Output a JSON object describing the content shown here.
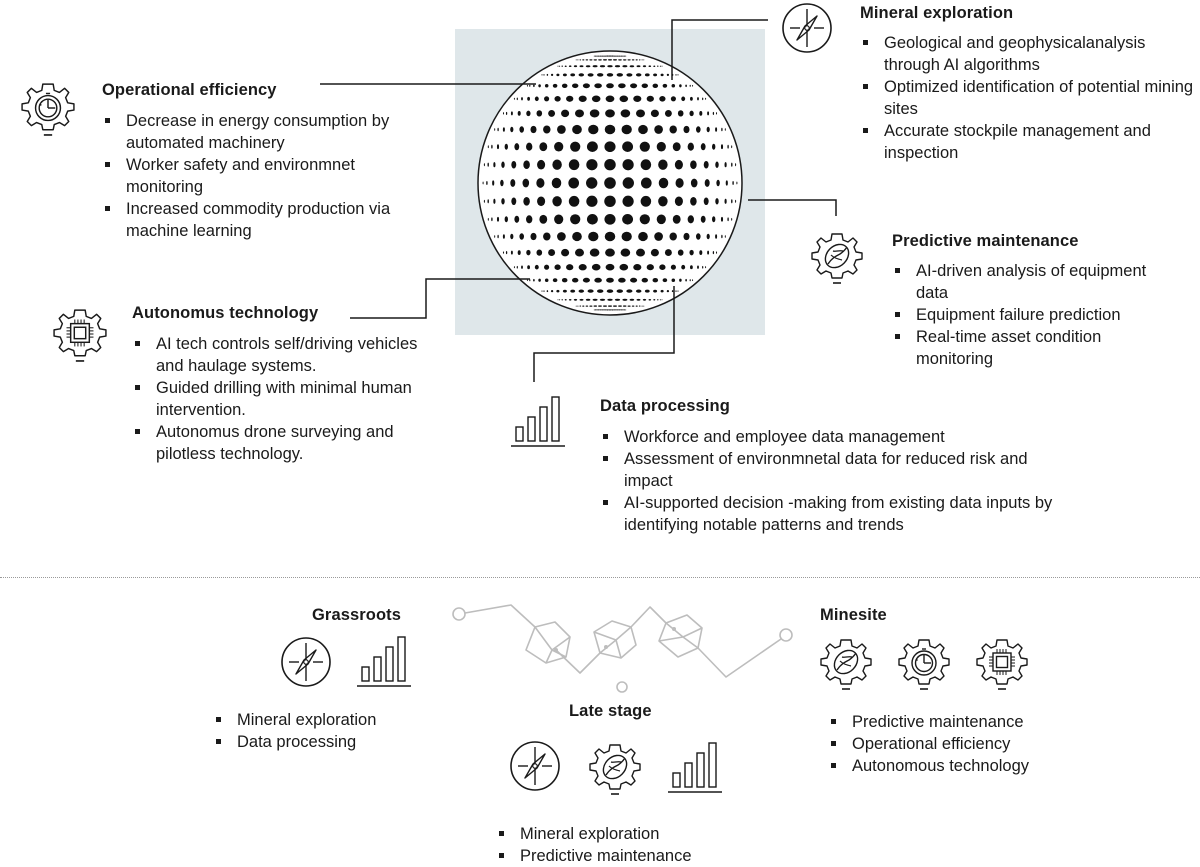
{
  "top": {
    "operational_efficiency": {
      "title": "Operational efficiency",
      "icon": "gear-stopwatch-icon",
      "bullets": [
        "Decrease in energy consumption by automated machinery",
        "Worker safety and environmnet monitoring",
        "Increased commodity production via machine learning"
      ]
    },
    "mineral_exploration": {
      "title": "Mineral exploration",
      "icon": "compass-icon",
      "bullets": [
        "Geological and geophysicalanalysis through AI algorithms",
        "Optimized identification of potential mining sites",
        "Accurate stockpile management and inspection"
      ]
    },
    "predictive_maintenance": {
      "title": "Predictive maintenance",
      "icon": "gear-leaf-icon",
      "bullets": [
        "AI-driven analysis of equipment data",
        "Equipment failure prediction",
        "Real-time asset condition monitoring"
      ]
    },
    "autonomus_technology": {
      "title": "Autonomus technology",
      "icon": "gear-chip-icon",
      "bullets": [
        "AI tech controls self/driving vehicles and haulage systems.",
        "Guided drilling with minimal human intervention.",
        "Autonomus drone surveying and pilotless technology."
      ]
    },
    "data_processing": {
      "title": "Data processing",
      "icon": "bar-chart-icon",
      "bullets": [
        "Workforce and employee data management",
        "Assessment of environmnetal data for reduced risk and impact",
        "AI-supported decision  -making from existing data inputs by identifying notable patterns and trends"
      ]
    }
  },
  "stages": {
    "grassroots": {
      "title": "Grassroots",
      "icons": [
        "compass-icon",
        "bar-chart-icon"
      ],
      "bullets": [
        "Mineral  exploration",
        "Data processing"
      ]
    },
    "late_stage": {
      "title": "Late stage",
      "icons": [
        "compass-icon",
        "gear-leaf-icon",
        "bar-chart-icon"
      ],
      "bullets": [
        "Mineral  exploration",
        "Predictive maintenance"
      ]
    },
    "minesite": {
      "title": "Minesite",
      "icons": [
        "gear-leaf-icon",
        "gear-stopwatch-icon",
        "gear-chip-icon"
      ],
      "bullets": [
        "Predictive  maintenance",
        "Operational efficiency",
        "Autonomous technology"
      ]
    }
  },
  "colors": {
    "text": "#1a1a1a",
    "sphere_panel": "#dfe7ea",
    "connector_line": "#1a1a1a",
    "chain_graphic": "#bdbdbd",
    "divider": "#9a9a9a"
  }
}
